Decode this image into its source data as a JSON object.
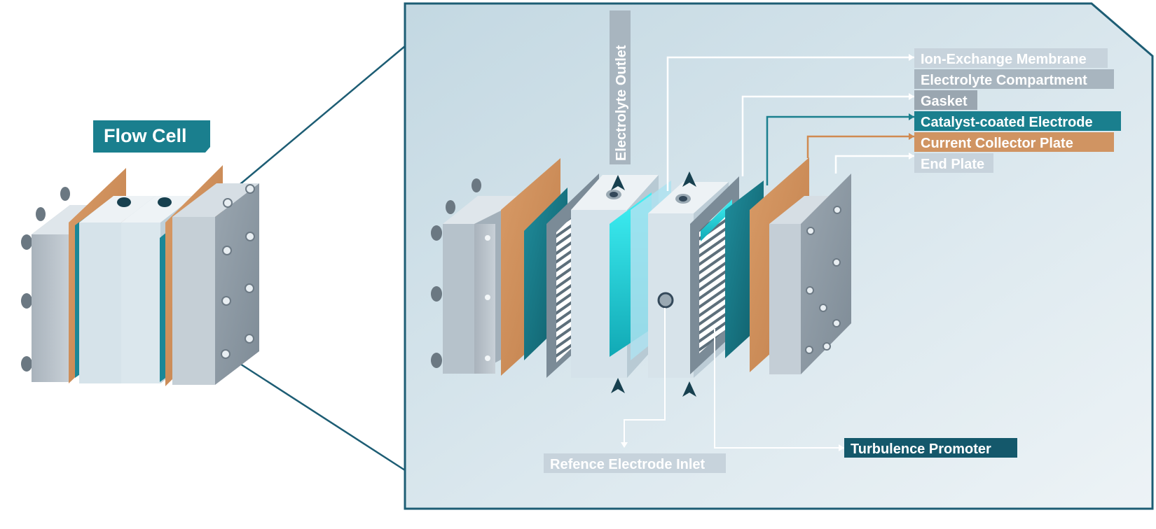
{
  "title": "Flow Cell",
  "vertical_label": "Electrolyte Outlet",
  "labels": {
    "ion_exchange_membrane": "Ion-Exchange Membrane",
    "electrolyte_compartment": "Electrolyte Compartment",
    "gasket": "Gasket",
    "catalyst_coated_electrode": "Catalyst-coated Electrode",
    "current_collector_plate": "Current Collector Plate",
    "end_plate": "End Plate",
    "turbulence_promoter": "Turbulence Promoter",
    "reference_electrode_inlet": "Refence Electrode Inlet"
  },
  "colors": {
    "teal": "#1a7f8e",
    "dark_teal": "#14586b",
    "copper": "#d09462",
    "grey_label": "#a8b5bf",
    "light_label": "#c7d3dc",
    "frame": "#1d5d74",
    "panel_bg": "#cfe0e8"
  }
}
